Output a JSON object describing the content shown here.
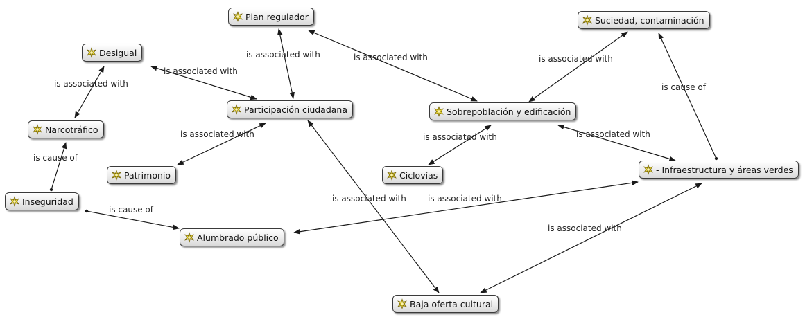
{
  "diagram": {
    "nodes": {
      "plan": "Plan regulador",
      "suciedad": "Suciedad, contaminación",
      "desigual": "Desigual",
      "participacion": "Participación ciudadana",
      "sobre": "Sobrepoblación y edificación",
      "narco": "Narcotráfico",
      "patrimonio": "Patrimonio",
      "ciclovias": "Ciclovías",
      "infra": "- Infraestructura y áreas verdes",
      "inseguridad": "Inseguridad",
      "alumbrado": "Alumbrado público",
      "baja": "Baja oferta cultural"
    },
    "edges": [
      {
        "label": "is associated with",
        "from": "desigual",
        "to": "participacion",
        "arrows": "both"
      },
      {
        "label": "is associated with",
        "from": "desigual",
        "to": "narco",
        "arrows": "both"
      },
      {
        "label": "is associated with",
        "from": "plan",
        "to": "participacion",
        "arrows": "both"
      },
      {
        "label": "is associated with",
        "from": "plan",
        "to": "sobre",
        "arrows": "both"
      },
      {
        "label": "is associated with",
        "from": "suciedad",
        "to": "sobre",
        "arrows": "both"
      },
      {
        "label": "is cause of",
        "from": "infra",
        "to": "suciedad",
        "arrows": "end"
      },
      {
        "label": "is associated with",
        "from": "participacion",
        "to": "patrimonio",
        "arrows": "both"
      },
      {
        "label": "is associated with",
        "from": "sobre",
        "to": "ciclovias",
        "arrows": "both"
      },
      {
        "label": "is associated with",
        "from": "sobre",
        "to": "infra",
        "arrows": "both"
      },
      {
        "label": "is cause of",
        "from": "inseguridad",
        "to": "narco",
        "arrows": "end"
      },
      {
        "label": "is cause of",
        "from": "inseguridad",
        "to": "alumbrado",
        "arrows": "end"
      },
      {
        "label": "is associated with",
        "from": "participacion",
        "to": "baja",
        "arrows": "both"
      },
      {
        "label": "is associated with",
        "from": "alumbrado",
        "to": "infra",
        "arrows": "both"
      },
      {
        "label": "is associated with",
        "from": "infra",
        "to": "baja",
        "arrows": "both"
      }
    ]
  },
  "colors": {
    "icon_fill": "#f4e23a",
    "icon_stroke": "#7a6a10",
    "edge": "#1a1a1a"
  }
}
